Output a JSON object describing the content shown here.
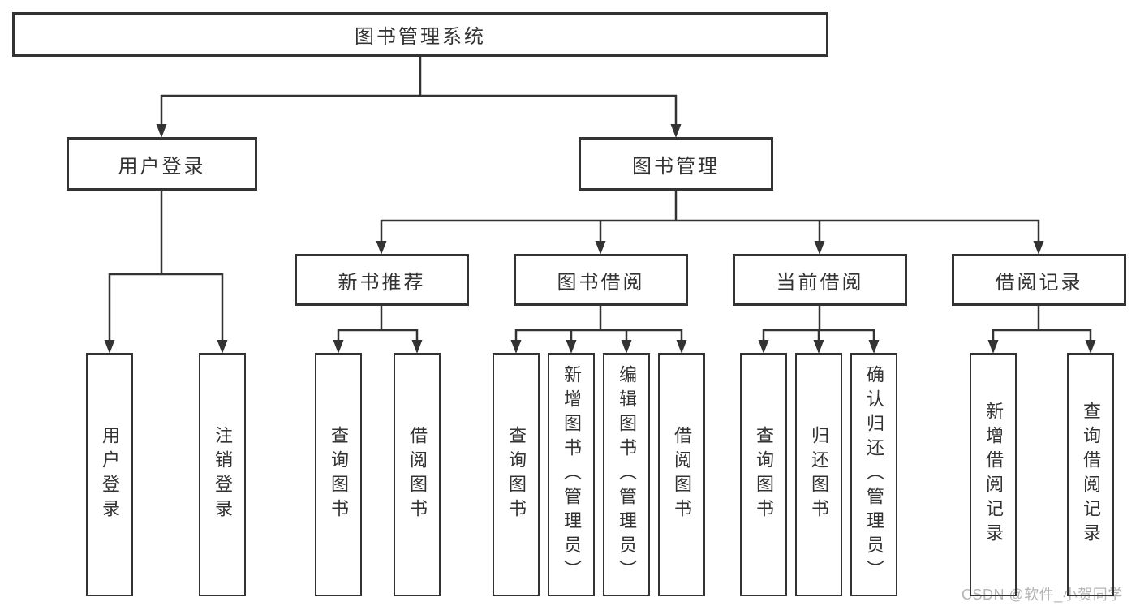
{
  "diagram": {
    "root": {
      "label": "图书管理系统"
    },
    "level2": [
      {
        "label": "用户登录"
      },
      {
        "label": "图书管理"
      }
    ],
    "level3": [
      {
        "label": "新书推荐"
      },
      {
        "label": "图书借阅"
      },
      {
        "label": "当前借阅"
      },
      {
        "label": "借阅记录"
      }
    ],
    "leaves": {
      "user_login": [
        {
          "label": "用户登录"
        },
        {
          "label": "注销登录"
        }
      ],
      "new_book": [
        {
          "label": "查询图书"
        },
        {
          "label": "借阅图书"
        }
      ],
      "book_borrow": [
        {
          "label": "查询图书"
        },
        {
          "label": "新增图书（管理员）"
        },
        {
          "label": "编辑图书（管理员）"
        },
        {
          "label": "借阅图书"
        }
      ],
      "current_borrow": [
        {
          "label": "查询图书"
        },
        {
          "label": "归还图书"
        },
        {
          "label": "确认归还（管理员）"
        }
      ],
      "records": [
        {
          "label": "新增借阅记录"
        },
        {
          "label": "查询借阅记录"
        }
      ]
    }
  },
  "watermark": {
    "text": "CSDN @软件_小贺同学"
  },
  "colors": {
    "line": "#333333",
    "text": "#333333",
    "watermark": "#b5b5b5",
    "background": "#ffffff"
  }
}
